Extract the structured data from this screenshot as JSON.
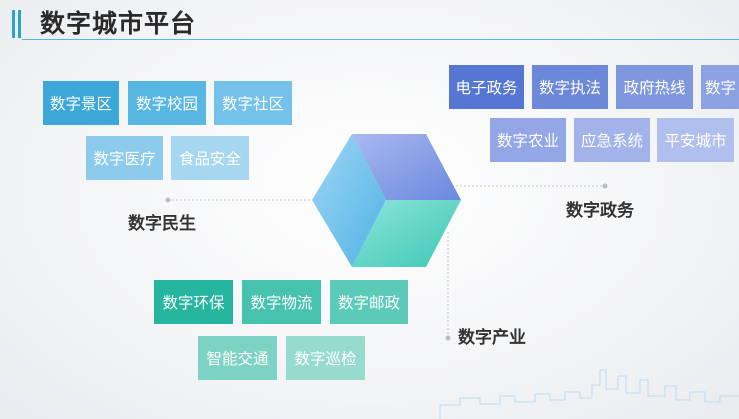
{
  "header": {
    "title": "数字城市平台"
  },
  "categories": {
    "minsheng": "数字民生",
    "zhengwu": "数字政务",
    "chanye": "数字产业"
  },
  "minsheng_tiles": [
    "数字景区",
    "数字校园",
    "数字社区",
    "数字医疗",
    "食品安全"
  ],
  "zhengwu_tiles": [
    "电子政务",
    "数字执法",
    "政府热线",
    "数字",
    "数字农业",
    "应急系统",
    "平安城市"
  ],
  "chanye_tiles": [
    "数字环保",
    "数字物流",
    "数字邮政",
    "智能交通",
    "数字巡检"
  ],
  "colors": {
    "accent": "#2aa3d0",
    "minsheng_dark": "#3ca7d9",
    "minsheng_light": "#8ccbec",
    "zhengwu_dark": "#5676d3",
    "zhengwu_light": "#93a6e6",
    "chanye_dark": "#26b59f",
    "chanye_light": "#7cd3c3"
  }
}
